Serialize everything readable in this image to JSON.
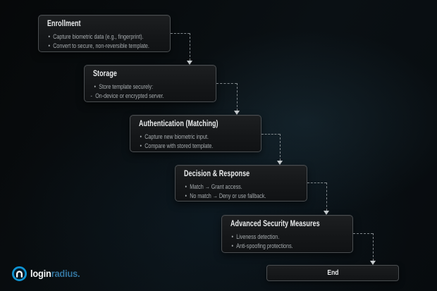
{
  "colors": {
    "background_base": "#07090c",
    "background_glow": "#22414c",
    "node_fill": "#141618",
    "node_border": "#4a4e51",
    "title_text": "#eceeef",
    "bullet_text": "#a6abae",
    "connector": "#80878b",
    "arrowhead": "#c9ced1",
    "logo_blue": "#0e94d4",
    "logo_radius_text": "#33759f"
  },
  "diagram": {
    "nodes": [
      {
        "title": "Enrollment",
        "bullets": [
          {
            "marker": "•",
            "text": "Capture biometric data (e.g., fingerprint)."
          },
          {
            "marker": "•",
            "text": "Convert to secure, non-reversible template."
          }
        ]
      },
      {
        "title": "Storage",
        "bullets": [
          {
            "marker": "•",
            "text": "Store template securely:"
          },
          {
            "marker": "-",
            "text": "On-device or encrypted server."
          }
        ]
      },
      {
        "title": "Authentication (Matching)",
        "bullets": [
          {
            "marker": "•",
            "text": "Capture new biometric input."
          },
          {
            "marker": "•",
            "text": "Compare with stored template."
          }
        ]
      },
      {
        "title": "Decision & Response",
        "bullets": [
          {
            "marker": "•",
            "text": "Match → Grant access."
          },
          {
            "marker": "•",
            "text": "No match → Deny or use fallback."
          }
        ]
      },
      {
        "title": "Advanced Security Measures",
        "bullets": [
          {
            "marker": "•",
            "text": "Liveness detection."
          },
          {
            "marker": "•",
            "text": "Anti-spoofing protections."
          }
        ]
      }
    ],
    "terminal": {
      "label": "End"
    }
  },
  "branding": {
    "logo_primary": "login",
    "logo_secondary": "radius."
  }
}
